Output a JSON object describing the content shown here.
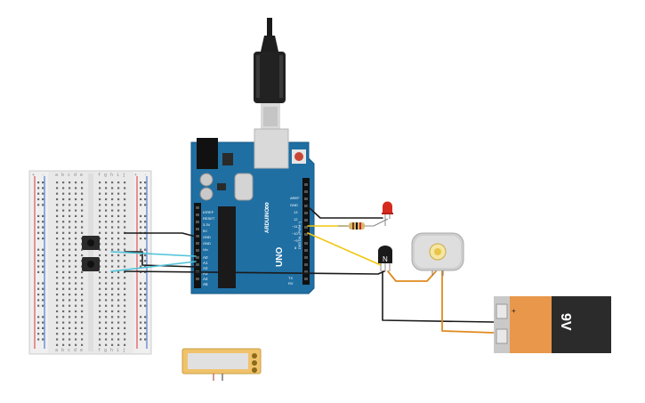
{
  "circuit": {
    "arduino": {
      "brand_text": "ARDUINO",
      "model_text": "UNO",
      "digital_header_text": "DIGITAL (PWM~)",
      "right_pin_labels": [
        "AREF",
        "GND",
        "13",
        "12",
        "~11",
        "~10",
        "~9",
        "8"
      ],
      "left_pin_labels": [
        "IOREF",
        "RESET",
        "3.3V",
        "5V",
        "GND",
        "GND",
        "Vin"
      ],
      "analog_pin_labels": [
        "A0",
        "A1",
        "A2",
        "A3",
        "A4",
        "A5"
      ],
      "tx_rx_labels": [
        "TX",
        "RX"
      ]
    },
    "breadboard": {
      "column_letters_top": [
        "a",
        "b",
        "c",
        "d",
        "e",
        "f",
        "g",
        "h",
        "i",
        "j"
      ],
      "column_letters_bottom": [
        "a",
        "b",
        "c",
        "d",
        "e",
        "f",
        "g",
        "h",
        "i",
        "j"
      ],
      "rail_signs": [
        "+",
        "-",
        "+",
        "-"
      ]
    },
    "transistor": {
      "label": "N"
    },
    "battery": {
      "label": "9V",
      "colors": {
        "body": "#2b2b2b",
        "cap": "#e9974a"
      }
    },
    "colors": {
      "pcb": "#1f6fa3",
      "pcb_dark": "#175a86",
      "wire_black": "#1a1a1a",
      "wire_yellow": "#f2c60f",
      "wire_orange": "#e08a1e",
      "wire_cyan": "#4fc3d9",
      "led_red": "#d52b1e",
      "resistor": "#d8b86b"
    }
  }
}
